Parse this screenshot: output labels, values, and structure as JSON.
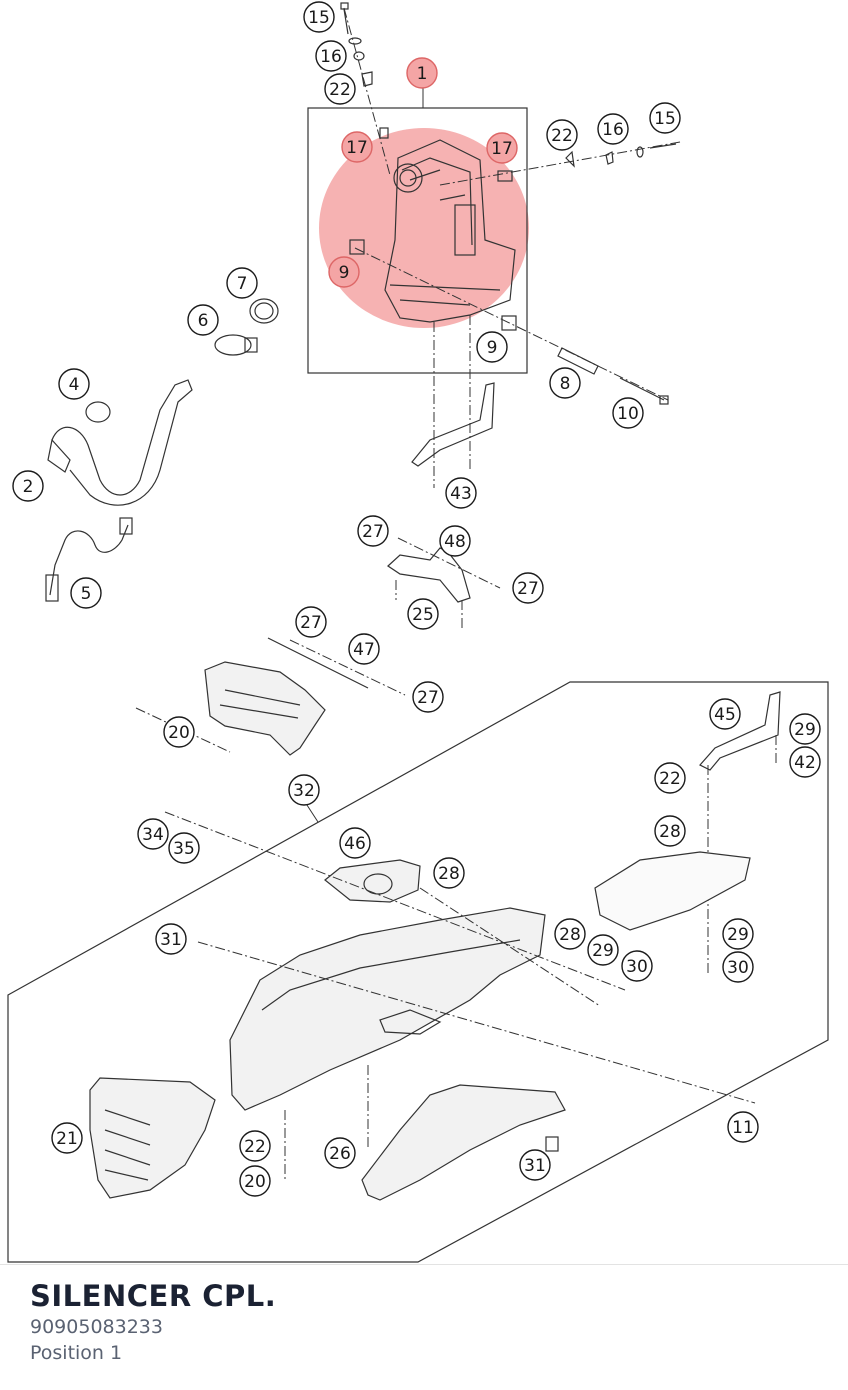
{
  "diagram": {
    "highlight_color": "#f4a5a5",
    "callouts": [
      {
        "id": "1",
        "label": "1",
        "highlighted": true
      },
      {
        "id": "15a",
        "label": "15"
      },
      {
        "id": "16a",
        "label": "16"
      },
      {
        "id": "22a",
        "label": "22"
      },
      {
        "id": "17a",
        "label": "17",
        "highlighted": true
      },
      {
        "id": "17b",
        "label": "17",
        "highlighted": true
      },
      {
        "id": "22b",
        "label": "22"
      },
      {
        "id": "16b",
        "label": "16"
      },
      {
        "id": "15b",
        "label": "15"
      },
      {
        "id": "9a",
        "label": "9",
        "highlighted": true
      },
      {
        "id": "9b",
        "label": "9"
      },
      {
        "id": "7",
        "label": "7"
      },
      {
        "id": "6",
        "label": "6"
      },
      {
        "id": "4",
        "label": "4"
      },
      {
        "id": "2",
        "label": "2"
      },
      {
        "id": "5",
        "label": "5"
      },
      {
        "id": "8",
        "label": "8"
      },
      {
        "id": "10",
        "label": "10"
      },
      {
        "id": "43",
        "label": "43"
      },
      {
        "id": "27a",
        "label": "27"
      },
      {
        "id": "48",
        "label": "48"
      },
      {
        "id": "27b",
        "label": "27"
      },
      {
        "id": "25",
        "label": "25"
      },
      {
        "id": "27c",
        "label": "27"
      },
      {
        "id": "47",
        "label": "47"
      },
      {
        "id": "27d",
        "label": "27"
      },
      {
        "id": "20a",
        "label": "20"
      },
      {
        "id": "45",
        "label": "45"
      },
      {
        "id": "29a",
        "label": "29"
      },
      {
        "id": "42",
        "label": "42"
      },
      {
        "id": "22c",
        "label": "22"
      },
      {
        "id": "32",
        "label": "32"
      },
      {
        "id": "34",
        "label": "34"
      },
      {
        "id": "35",
        "label": "35"
      },
      {
        "id": "28a",
        "label": "28"
      },
      {
        "id": "46",
        "label": "46"
      },
      {
        "id": "28b",
        "label": "28"
      },
      {
        "id": "31a",
        "label": "31"
      },
      {
        "id": "28c",
        "label": "28"
      },
      {
        "id": "29b",
        "label": "29"
      },
      {
        "id": "30a",
        "label": "30"
      },
      {
        "id": "29c",
        "label": "29"
      },
      {
        "id": "30b",
        "label": "30"
      },
      {
        "id": "11",
        "label": "11"
      },
      {
        "id": "21",
        "label": "21"
      },
      {
        "id": "22d",
        "label": "22"
      },
      {
        "id": "20b",
        "label": "20"
      },
      {
        "id": "26",
        "label": "26"
      },
      {
        "id": "31b",
        "label": "31"
      }
    ]
  },
  "part": {
    "name": "SILENCER CPL.",
    "number": "90905083233",
    "position": "Position 1"
  }
}
